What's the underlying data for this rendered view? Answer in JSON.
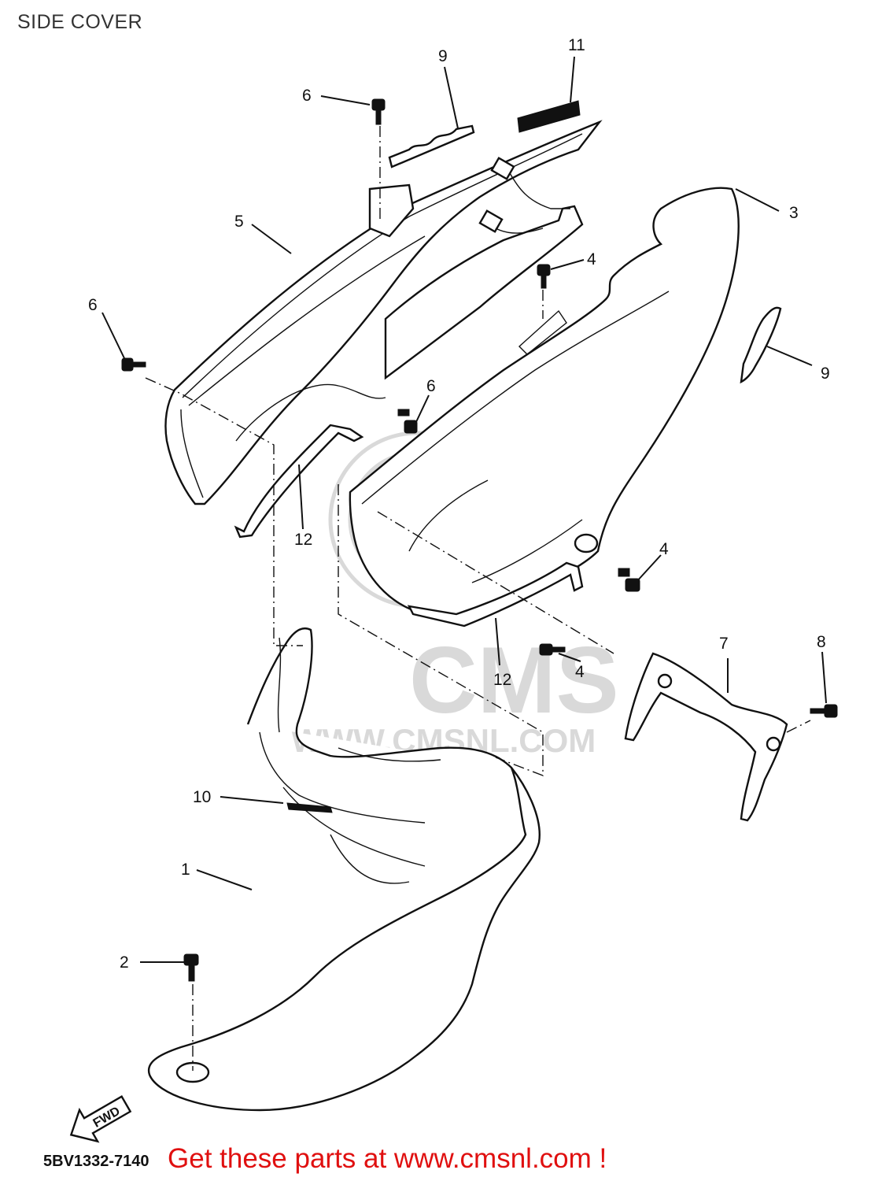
{
  "page": {
    "title": "SIDE COVER",
    "diagram_code": "5BV1332-7140",
    "promo_text": "Get these parts at www.cmsnl.com !",
    "fwd_label": "FWD",
    "watermark_text": "CMS",
    "watermark_url": "WWW.CMSNL.COM"
  },
  "callouts": [
    {
      "id": "c11",
      "label": "11"
    },
    {
      "id": "c9a",
      "label": "9"
    },
    {
      "id": "c6a",
      "label": "6"
    },
    {
      "id": "c5",
      "label": "5"
    },
    {
      "id": "c3",
      "label": "3"
    },
    {
      "id": "c4a",
      "label": "4"
    },
    {
      "id": "c6b",
      "label": "6"
    },
    {
      "id": "c9b",
      "label": "9"
    },
    {
      "id": "c6c",
      "label": "6"
    },
    {
      "id": "c12a",
      "label": "12"
    },
    {
      "id": "c4b",
      "label": "4"
    },
    {
      "id": "c12b",
      "label": "12"
    },
    {
      "id": "c4c",
      "label": "4"
    },
    {
      "id": "c7",
      "label": "7"
    },
    {
      "id": "c8",
      "label": "8"
    },
    {
      "id": "c10",
      "label": "10"
    },
    {
      "id": "c1",
      "label": "1"
    },
    {
      "id": "c2",
      "label": "2"
    }
  ]
}
